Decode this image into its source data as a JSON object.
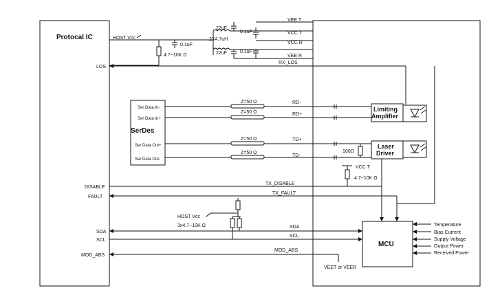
{
  "blocks": {
    "protocol_ic": "Protocal IC",
    "serdes": "SerDes",
    "limiting_amp_1": "Limiting",
    "limiting_amp_2": "Amplifier",
    "laser_driver_1": "Laser",
    "laser_driver_2": "Driver",
    "mcu": "MCU"
  },
  "supply": {
    "host_vcc_top": "HOST Vcc",
    "cap_22u_top": "22uF",
    "cap_01u_top": "0.1uF",
    "inductor": "2X4.7uH",
    "cap_01u_left": "0.1uF",
    "res_4k7": "4.7~10K Ω",
    "cap_22u_bot": "22uF",
    "cap_01u_bot": "0.1uF",
    "vee_t": "VEE T",
    "vcc_t": "VCC T",
    "vcc_r": "VCC R",
    "vee_r": "VEE R"
  },
  "signals": {
    "los": "LOS",
    "rx_los": "RX_LOS",
    "ser_in_minus": "Ser Data In-",
    "ser_in_plus": "Ser Data In+",
    "ser_out_plus": "Ser Data Out+",
    "ser_out_minus": "Ser Data Out-",
    "z50_1": "Z=50 Ω",
    "z50_2": "Z=50 Ω",
    "z50_3": "Z=50 Ω",
    "z50_4": "Z=50 Ω",
    "rd_minus": "RD-",
    "rd_plus": "RD+",
    "td_plus": "TD+",
    "td_minus": "TD-",
    "res_100": "100Ω",
    "vcct_pull": "VCC T",
    "res_pull": "4.7~10K Ω",
    "disable": "DISABLE",
    "tx_disable": "TX_DISABLE",
    "fault": "FAULT",
    "tx_fault": "TX_FAULT",
    "host_vcc_mid": "HOST Vcc",
    "res_3x": "3x4.7~10K Ω",
    "sda_l": "SDA",
    "sda_r": "SDA",
    "scl_l": "SCL",
    "scl_r": "SCL",
    "mod_abs_l": "MOD_ABS",
    "mod_abs_r": "MOD_ABS",
    "vee_or": "VEET or VEER"
  },
  "mcu_inputs": [
    "Temperature",
    "Bias Current",
    "Supply Voltage",
    "Output Power",
    "Received Power"
  ]
}
